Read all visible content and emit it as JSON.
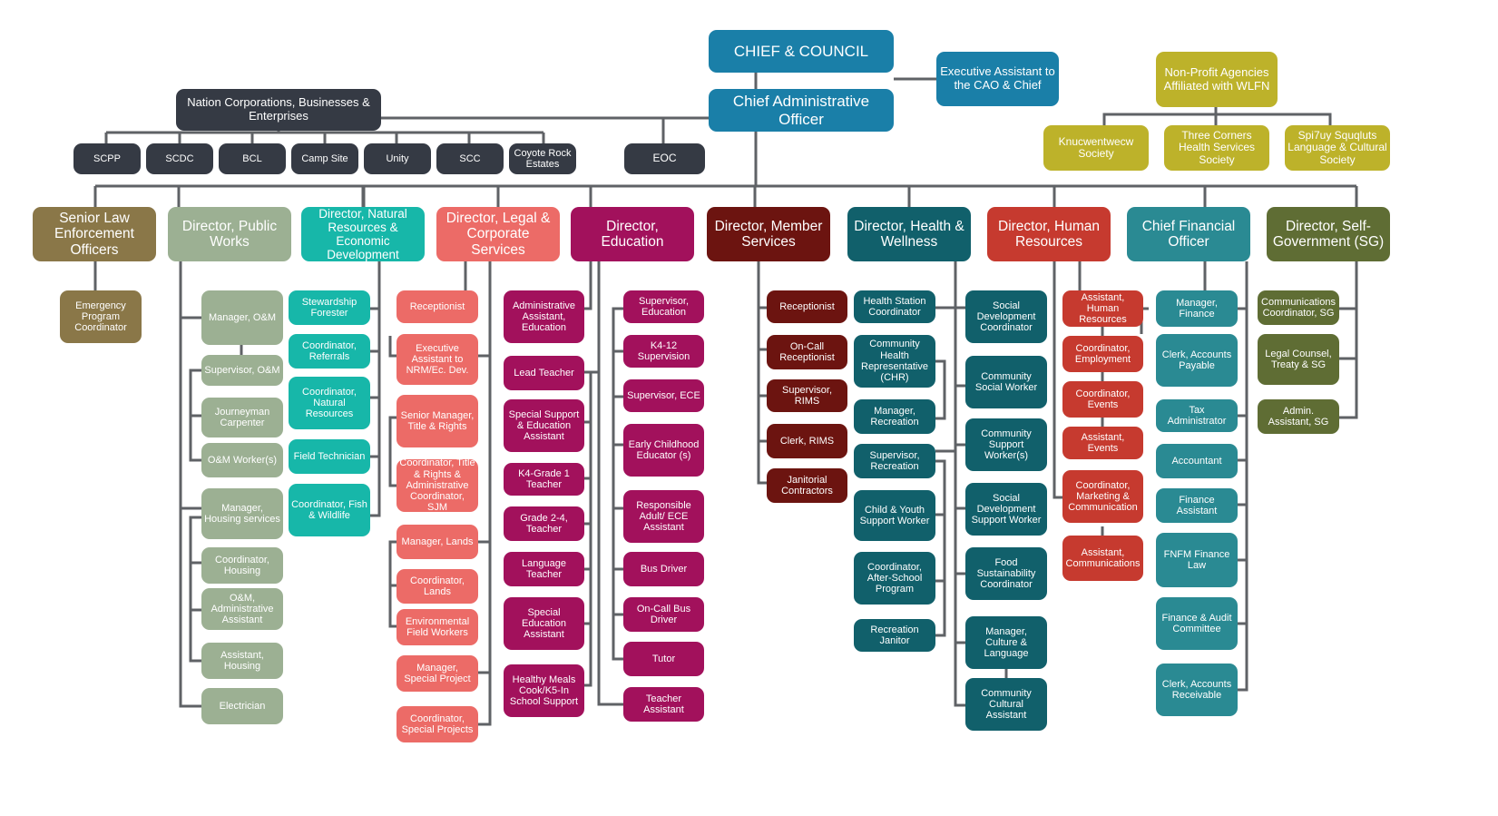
{
  "colors": {
    "line": "#5f6266",
    "top": "#1a7fa8",
    "dark": "#353a44",
    "nonprofit": "#bdb22a",
    "senior_law": "#8a7748",
    "public_works": "#9cb093",
    "natural_resources": "#17b7a9",
    "legal": "#ec6b67",
    "education": "#a2115c",
    "member_services": "#6c1410",
    "health": "#11606b",
    "human_resources": "#c63a2f",
    "finance": "#2a8a93",
    "self_government": "#5f6d34"
  },
  "top": {
    "chief_council": "CHIEF & COUNCIL",
    "cao": "Chief Administrative Officer",
    "exec_assistant": "Executive Assistant to the CAO & Chief",
    "corporations": "Nation Corporations, Businesses & Enterprises",
    "nonprofit": "Non-Profit Agencies Affiliated with WLFN",
    "eoc": "EOC"
  },
  "corporations": [
    "SCPP",
    "SCDC",
    "BCL",
    "Camp Site",
    "Unity",
    "SCC",
    "Coyote Rock Estates"
  ],
  "nonprofits": [
    "Knucwentwecw Society",
    "Three Corners Health Services Society",
    "Spi7uy Squqluts Language & Cultural Society"
  ],
  "departments": {
    "senior_law": {
      "title": "Senior Law Enforcement Officers",
      "staff": [
        "Emergency Program Coordinator"
      ]
    },
    "public_works": {
      "title": "Director, Public Works",
      "staff": [
        "Manager, O&M",
        "Supervisor, O&M",
        "Journeyman Carpenter",
        "O&M Worker(s)",
        "Manager, Housing services",
        "Coordinator, Housing",
        "O&M, Administrative Assistant",
        "Assistant, Housing",
        "Electrician"
      ]
    },
    "natural_resources": {
      "title": "Director, Natural Resources & Economic Development",
      "staff": [
        "Stewardship Forester",
        "Coordinator, Referrals",
        "Coordinator, Natural Resources",
        "Field Technician",
        "Coordinator, Fish & Wildlife"
      ]
    },
    "legal": {
      "title": "Director, Legal & Corporate Services",
      "staff": [
        "Receptionist",
        "Executive Assistant to NRM/Ec. Dev.",
        "Senior Manager, Title & Rights",
        "Coordinator, Title & Rights & Administrative Coordinator, SJM",
        "Manager, Lands",
        "Coordinator, Lands",
        "Environmental Field Workers",
        "Manager, Special Project",
        "Coordinator, Special Projects"
      ]
    },
    "education": {
      "title": "Director, Education",
      "staff_left": [
        "Administrative Assistant, Education",
        "Lead Teacher",
        "Special Support & Education Assistant",
        "K4-Grade 1 Teacher",
        "Grade 2-4, Teacher",
        "Language Teacher",
        "Special Education Assistant",
        "Healthy Meals Cook/K5-In School Support"
      ],
      "staff_right": [
        "Supervisor, Education",
        "K4-12 Supervision",
        "Supervisor, ECE",
        "Early Childhood Educator (s)",
        "Responsible Adult/ ECE Assistant",
        "Bus Driver",
        "On-Call Bus Driver",
        "Tutor",
        "Teacher Assistant"
      ]
    },
    "member_services": {
      "title": "Director, Member Services",
      "staff": [
        "Receptionist",
        "On-Call Receptionist",
        "Supervisor, RIMS",
        "Clerk, RIMS",
        "Janitorial Contractors"
      ]
    },
    "health": {
      "title": "Director, Health & Wellness",
      "staff_left": [
        "Health Station Coordinator",
        "Community Health Representative (CHR)",
        "Manager, Recreation",
        "Supervisor, Recreation",
        "Child & Youth Support Worker",
        "Coordinator, After-School Program",
        "Recreation Janitor"
      ],
      "staff_right": [
        "Social Development Coordinator",
        "Community Social Worker",
        "Community Support Worker(s)",
        "Social Development Support Worker",
        "Food Sustainability Coordinator",
        "Manager, Culture & Language",
        "Community Cultural Assistant"
      ]
    },
    "human_resources": {
      "title": "Director, Human Resources",
      "staff": [
        "Assistant, Human Resources",
        "Coordinator, Employment",
        "Coordinator, Events",
        "Assistant, Events",
        "Coordinator, Marketing & Communication",
        "Assistant, Communications"
      ]
    },
    "finance": {
      "title": "Chief Financial Officer",
      "staff": [
        "Manager, Finance",
        "Clerk, Accounts Payable",
        "Tax Administrator",
        "Accountant",
        "Finance Assistant",
        "FNFM Finance Law",
        "Finance & Audit Committee",
        "Clerk, Accounts Receivable"
      ]
    },
    "self_government": {
      "title": "Director, Self-Government (SG)",
      "staff": [
        "Communications Coordinator, SG",
        "Legal Counsel, Treaty & SG",
        "Admin. Assistant, SG"
      ]
    }
  }
}
